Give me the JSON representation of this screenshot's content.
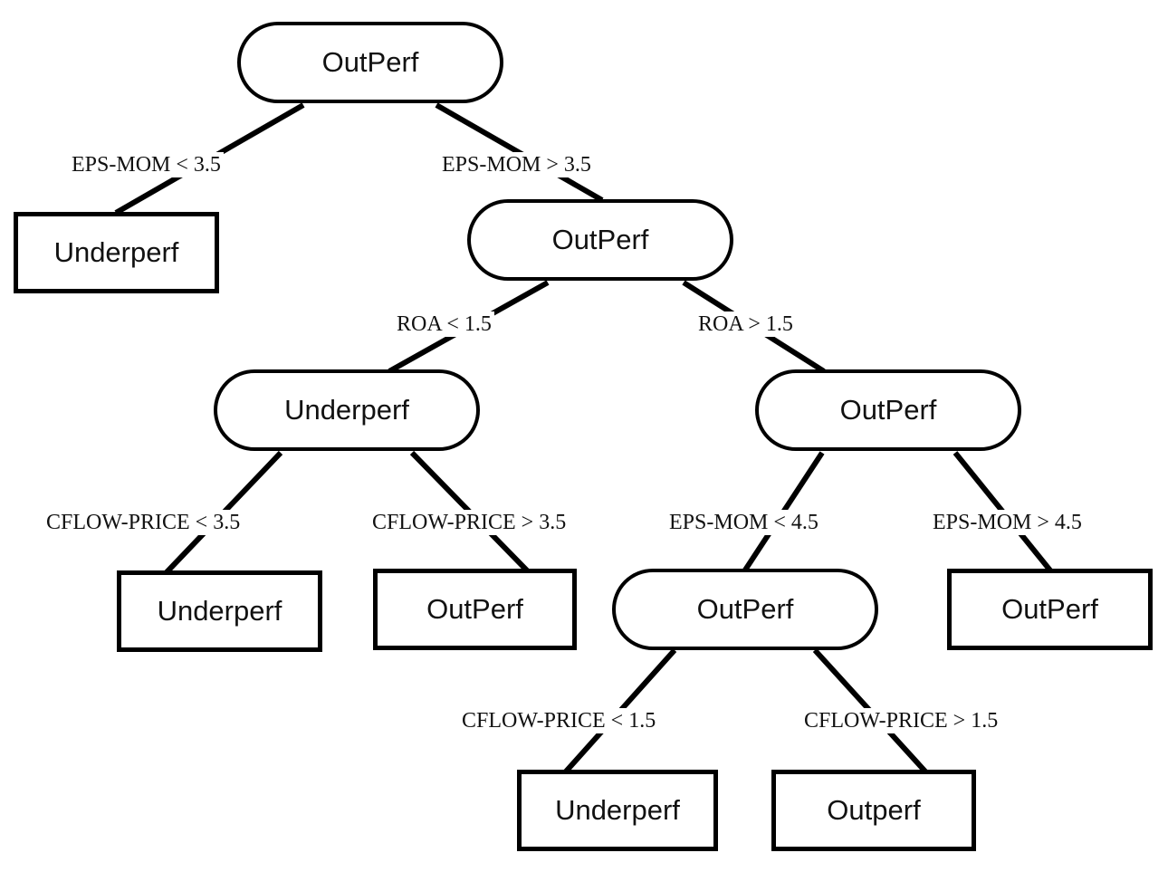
{
  "nodes": {
    "root": "OutPerf",
    "leaf_under_1": "Underperf",
    "right_1": "OutPerf",
    "left_2": "Underperf",
    "right_2": "OutPerf",
    "leaf_under_2": "Underperf",
    "leaf_out_1": "OutPerf",
    "mid_3": "OutPerf",
    "leaf_out_2": "OutPerf",
    "leaf_under_3": "Underperf",
    "leaf_out_3": "Outperf"
  },
  "edges": {
    "eps_mom_lt_3_5": "EPS-MOM < 3.5",
    "eps_mom_gt_3_5": "EPS-MOM > 3.5",
    "roa_lt_1_5": "ROA < 1.5",
    "roa_gt_1_5": "ROA > 1.5",
    "cflow_price_lt_3_5": "CFLOW-PRICE  < 3.5",
    "cflow_price_gt_3_5": "CFLOW-PRICE > 3.5",
    "eps_mom_lt_4_5": "EPS-MOM < 4.5",
    "eps_mom_gt_4_5": "EPS-MOM > 4.5",
    "cflow_price_lt_1_5": "CFLOW-PRICE  < 1.5",
    "cflow_price_gt_1_5": "CFLOW-PRICE > 1.5"
  }
}
